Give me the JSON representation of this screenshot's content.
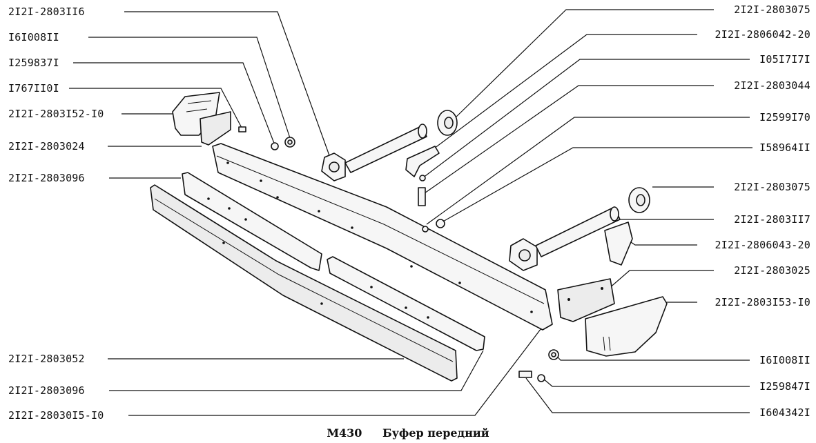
{
  "caption": {
    "code": "M430",
    "title": "Буфер передний"
  },
  "labels_left": [
    "2I2I-2803II6",
    "I6I008II",
    "I259837I",
    "I767II0I",
    "2I2I-2803I52-I0",
    "2I2I-2803024",
    "2I2I-2803096",
    "2I2I-2803052",
    "2I2I-2803096",
    "2I2I-28030I5-I0"
  ],
  "labels_right": [
    "2I2I-2803075",
    "2I2I-2806042-20",
    "I05I7I7I",
    "2I2I-2803044",
    "I2599I70",
    "I58964II",
    "2I2I-2803075",
    "2I2I-2803II7",
    "2I2I-2806043-20",
    "2I2I-2803025",
    "2I2I-2803I53-I0",
    "I6I008II",
    "I259847I",
    "I604342I"
  ]
}
